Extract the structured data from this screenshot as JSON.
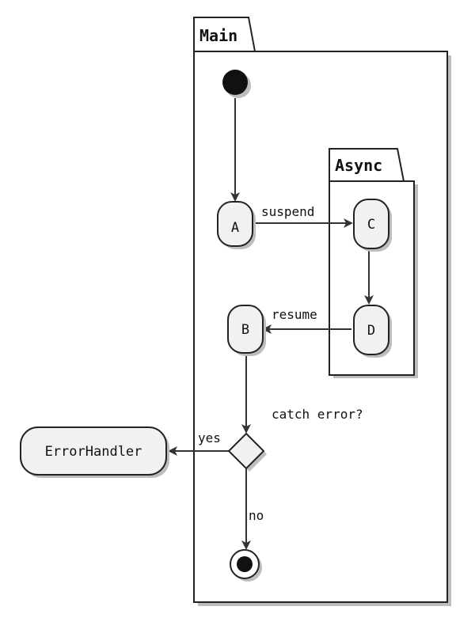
{
  "packages": {
    "main": {
      "label": "Main"
    },
    "async": {
      "label": "Async"
    }
  },
  "nodes": {
    "a": "A",
    "b": "B",
    "c": "C",
    "d": "D",
    "error_handler": "ErrorHandler"
  },
  "edges": {
    "suspend": "suspend",
    "resume": "resume",
    "yes": "yes",
    "no": "no"
  },
  "decision": {
    "question": "catch error?"
  },
  "colors": {
    "stroke": "#222222",
    "node_fill": "#f1f1f1",
    "start_fill": "#111111",
    "shadow": "#bdbdbd"
  }
}
